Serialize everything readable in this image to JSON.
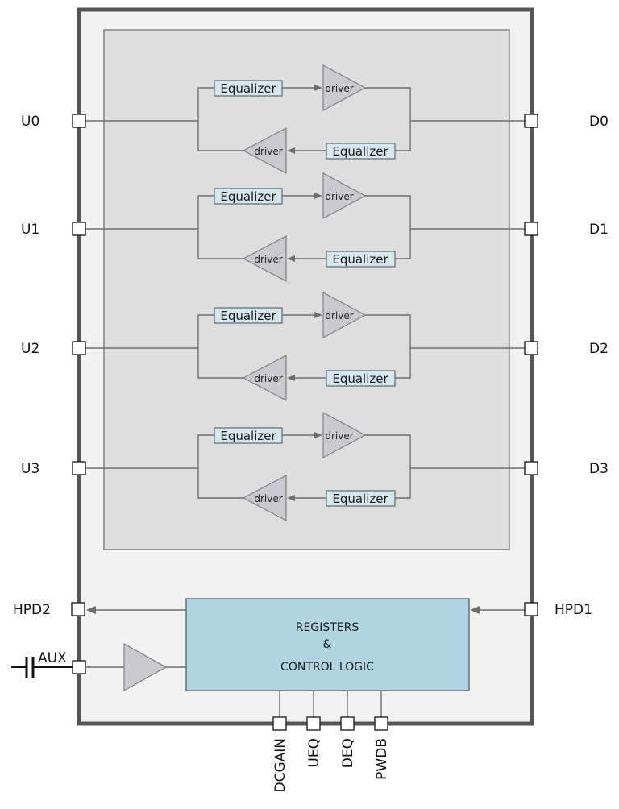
{
  "left_pins": [
    "U0",
    "U1",
    "U2",
    "U3"
  ],
  "right_pins": [
    "D0",
    "D1",
    "D2",
    "D3"
  ],
  "lane_blocks": {
    "equalizer_label": "Equalizer",
    "driver_label": "driver"
  },
  "control": {
    "line1": "REGISTERS",
    "line2": "&",
    "line3": "CONTROL LOGIC"
  },
  "hpd_left": "HPD2",
  "hpd_right": "HPD1",
  "aux_label": "AUX",
  "bottom_pins": [
    "DCGAIN",
    "UEQ",
    "DEQ",
    "PWDB"
  ]
}
